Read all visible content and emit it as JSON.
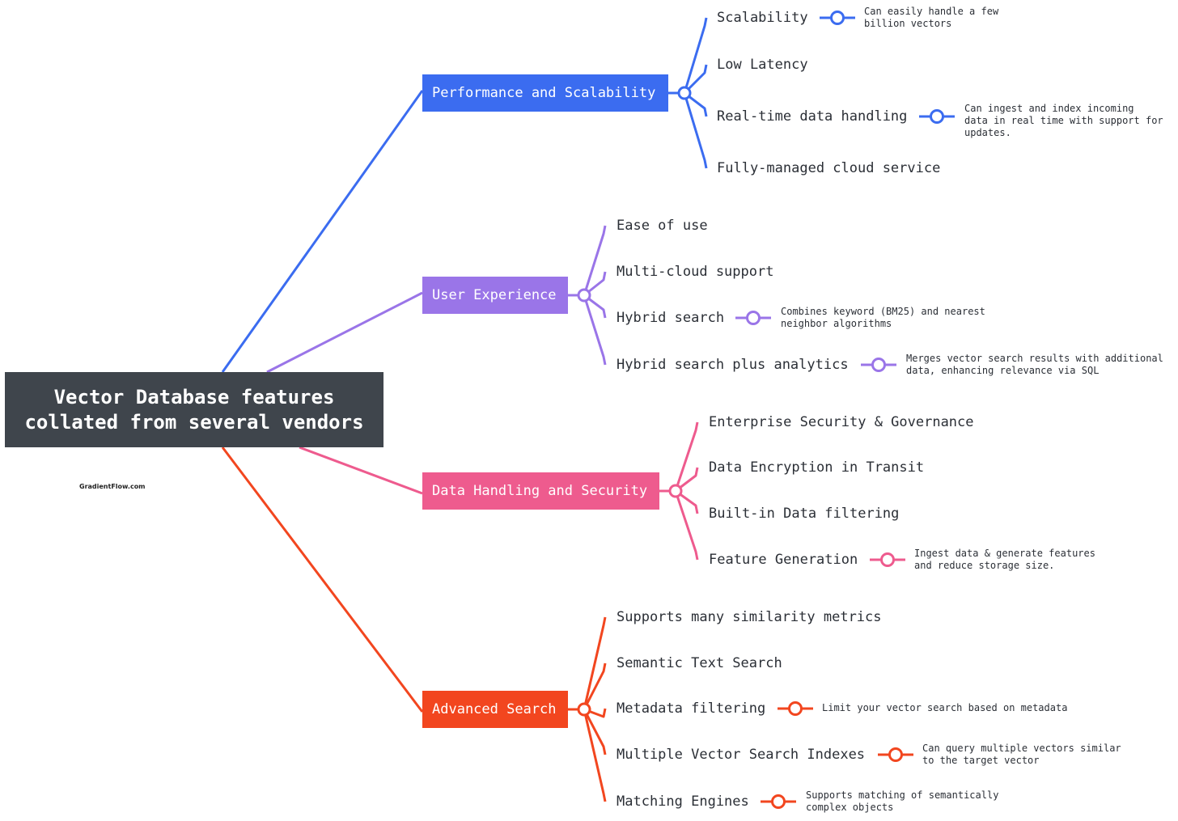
{
  "root": {
    "title_line1": "Vector Database features",
    "title_line2": "collated from several vendors"
  },
  "watermark": "GradientFlow.com",
  "branches": [
    {
      "label": "Performance and Scalability",
      "color": "#3b6cf0",
      "items": [
        {
          "label": "Scalability",
          "note": [
            "Can easily handle a few",
            "billion vectors"
          ]
        },
        {
          "label": "Low Latency"
        },
        {
          "label": "Real-time data handling",
          "note": [
            "Can ingest and index incoming",
            "data in real time with support for",
            "updates."
          ]
        },
        {
          "label": "Fully-managed cloud service"
        }
      ]
    },
    {
      "label": "User Experience",
      "color": "#9a75e8",
      "items": [
        {
          "label": "Ease of use"
        },
        {
          "label": "Multi-cloud support"
        },
        {
          "label": "Hybrid search",
          "note": [
            "Combines keyword (BM25) and nearest",
            "neighbor algorithms"
          ]
        },
        {
          "label": "Hybrid search plus analytics",
          "note": [
            "Merges vector search results with additional",
            "data, enhancing relevance via SQL"
          ]
        }
      ]
    },
    {
      "label": "Data Handling and Security",
      "color": "#ee5b8e",
      "items": [
        {
          "label": "Enterprise Security & Governance"
        },
        {
          "label": "Data Encryption in Transit"
        },
        {
          "label": "Built-in Data filtering"
        },
        {
          "label": "Feature Generation",
          "note": [
            "Ingest data & generate features",
            "and reduce storage size."
          ]
        }
      ]
    },
    {
      "label": "Advanced Search",
      "color": "#f2461f",
      "items": [
        {
          "label": "Supports many similarity metrics"
        },
        {
          "label": "Semantic Text Search"
        },
        {
          "label": "Metadata filtering",
          "note": [
            "Limit your vector search based on metadata"
          ]
        },
        {
          "label": "Multiple Vector Search Indexes",
          "note": [
            "Can query multiple vectors similar",
            "to the target vector"
          ]
        },
        {
          "label": "Matching Engines",
          "note": [
            "Supports matching of semantically",
            "complex objects"
          ]
        }
      ]
    }
  ]
}
